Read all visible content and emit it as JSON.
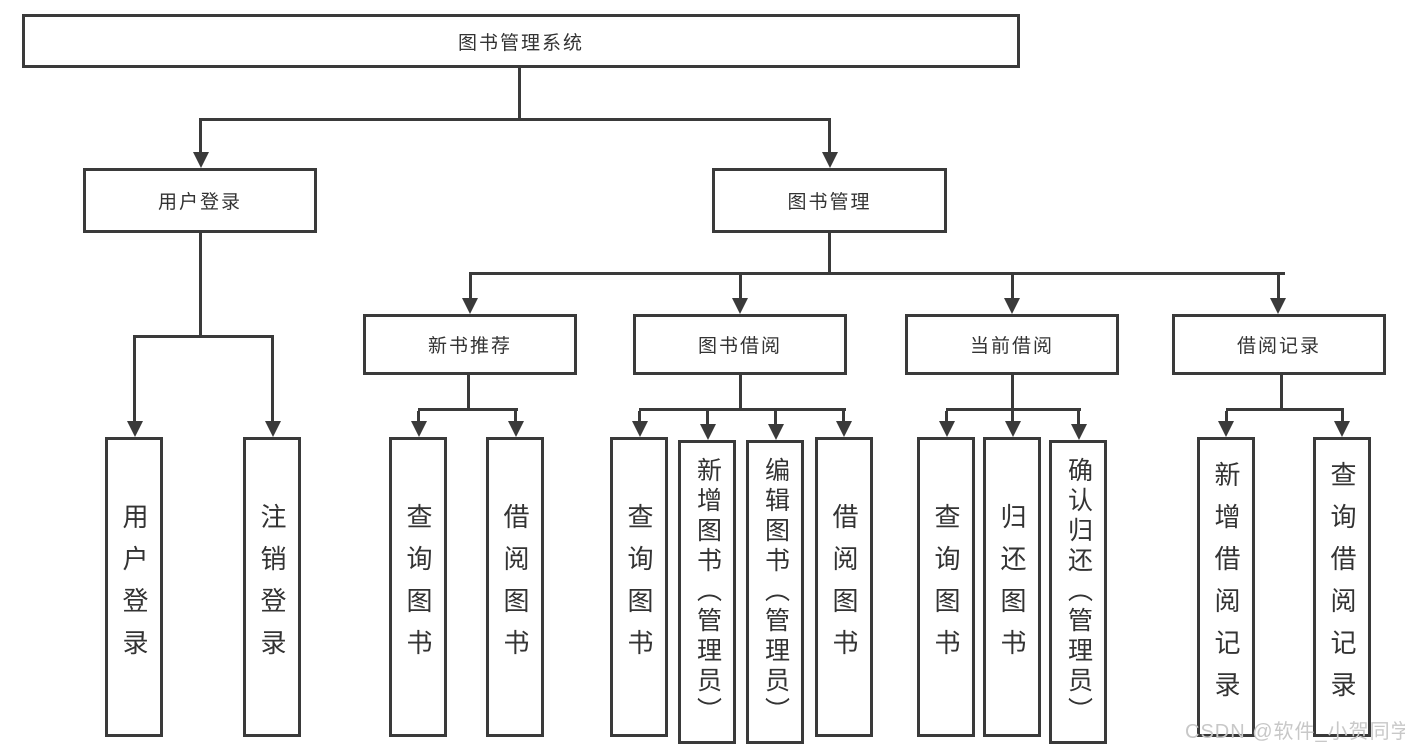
{
  "diagram": {
    "title": "图书管理系统",
    "branches": [
      {
        "label": "用户登录",
        "children": [
          {
            "label": "用户登录"
          },
          {
            "label": "注销登录"
          }
        ]
      },
      {
        "label": "图书管理",
        "children": [
          {
            "label": "新书推荐",
            "children": [
              {
                "label": "查询图书"
              },
              {
                "label": "借阅图书"
              }
            ]
          },
          {
            "label": "图书借阅",
            "children": [
              {
                "label": "查询图书"
              },
              {
                "label": "新增图书（管理员）"
              },
              {
                "label": "编辑图书（管理员）"
              },
              {
                "label": "借阅图书"
              }
            ]
          },
          {
            "label": "当前借阅",
            "children": [
              {
                "label": "查询图书"
              },
              {
                "label": "归还图书"
              },
              {
                "label": "确认归还（管理员）"
              }
            ]
          },
          {
            "label": "借阅记录",
            "children": [
              {
                "label": "新增借阅记录"
              },
              {
                "label": "查询借阅记录"
              }
            ]
          }
        ]
      }
    ]
  },
  "watermark": {
    "text": "CSDN @软件_小贺同学"
  },
  "colors": {
    "line": "#3a3a3a",
    "text": "#333333",
    "watermark": "#c8c8c8",
    "background": "#ffffff"
  }
}
